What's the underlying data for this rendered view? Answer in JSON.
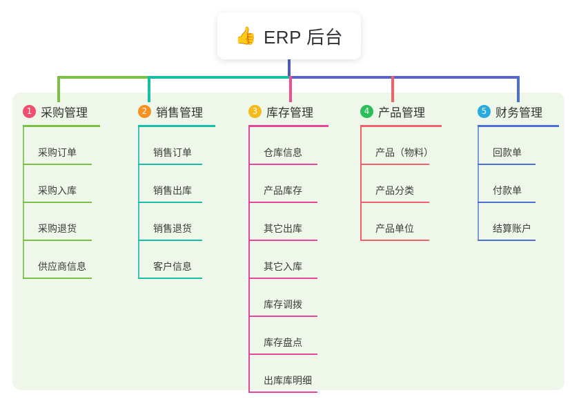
{
  "diagram": {
    "root": {
      "icon": "thumbs-up-icon",
      "icon_glyph": "👍",
      "label": "ERP 后台"
    },
    "panel_color": "#eef7e9",
    "columns": [
      {
        "number": "1",
        "title": "采购管理",
        "badge_color": "#f24e6e",
        "rule_color": "#79c044",
        "spine_color": "#8dc963",
        "head_rule_width": 112,
        "leaf_rule_width": 100,
        "items": [
          "采购订单",
          "采购入库",
          "采购退货",
          "供应商信息"
        ]
      },
      {
        "number": "2",
        "title": "销售管理",
        "badge_color": "#f7911e",
        "rule_color": "#16bfa6",
        "spine_color": "#3fc7b4",
        "head_rule_width": 112,
        "leaf_rule_width": 93,
        "items": [
          "销售订单",
          "销售出库",
          "销售退货",
          "客户信息"
        ]
      },
      {
        "number": "3",
        "title": "库存管理",
        "badge_color": "#f5ba1b",
        "rule_color": "#e7479a",
        "spine_color": "#e7479a",
        "head_rule_width": 116,
        "leaf_rule_width": 100,
        "items": [
          "仓库信息",
          "产品库存",
          "其它出库",
          "其它入库",
          "库存调拨",
          "库存盘点",
          "出库库明细"
        ]
      },
      {
        "number": "4",
        "title": "产品管理",
        "badge_color": "#2abf5a",
        "rule_color": "#f2616a",
        "spine_color": "#f2616a",
        "head_rule_width": 118,
        "leaf_rule_width": 100,
        "items": [
          "产品（物料）",
          "产品分类",
          "产品单位"
        ]
      },
      {
        "number": "5",
        "title": "财务管理",
        "badge_color": "#28aae1",
        "rule_color": "#4c6fd4",
        "spine_color": "#7d97d8",
        "head_rule_width": 118,
        "leaf_rule_width": 84,
        "items": [
          "回款单",
          "付款单",
          "结算账户"
        ]
      }
    ]
  }
}
